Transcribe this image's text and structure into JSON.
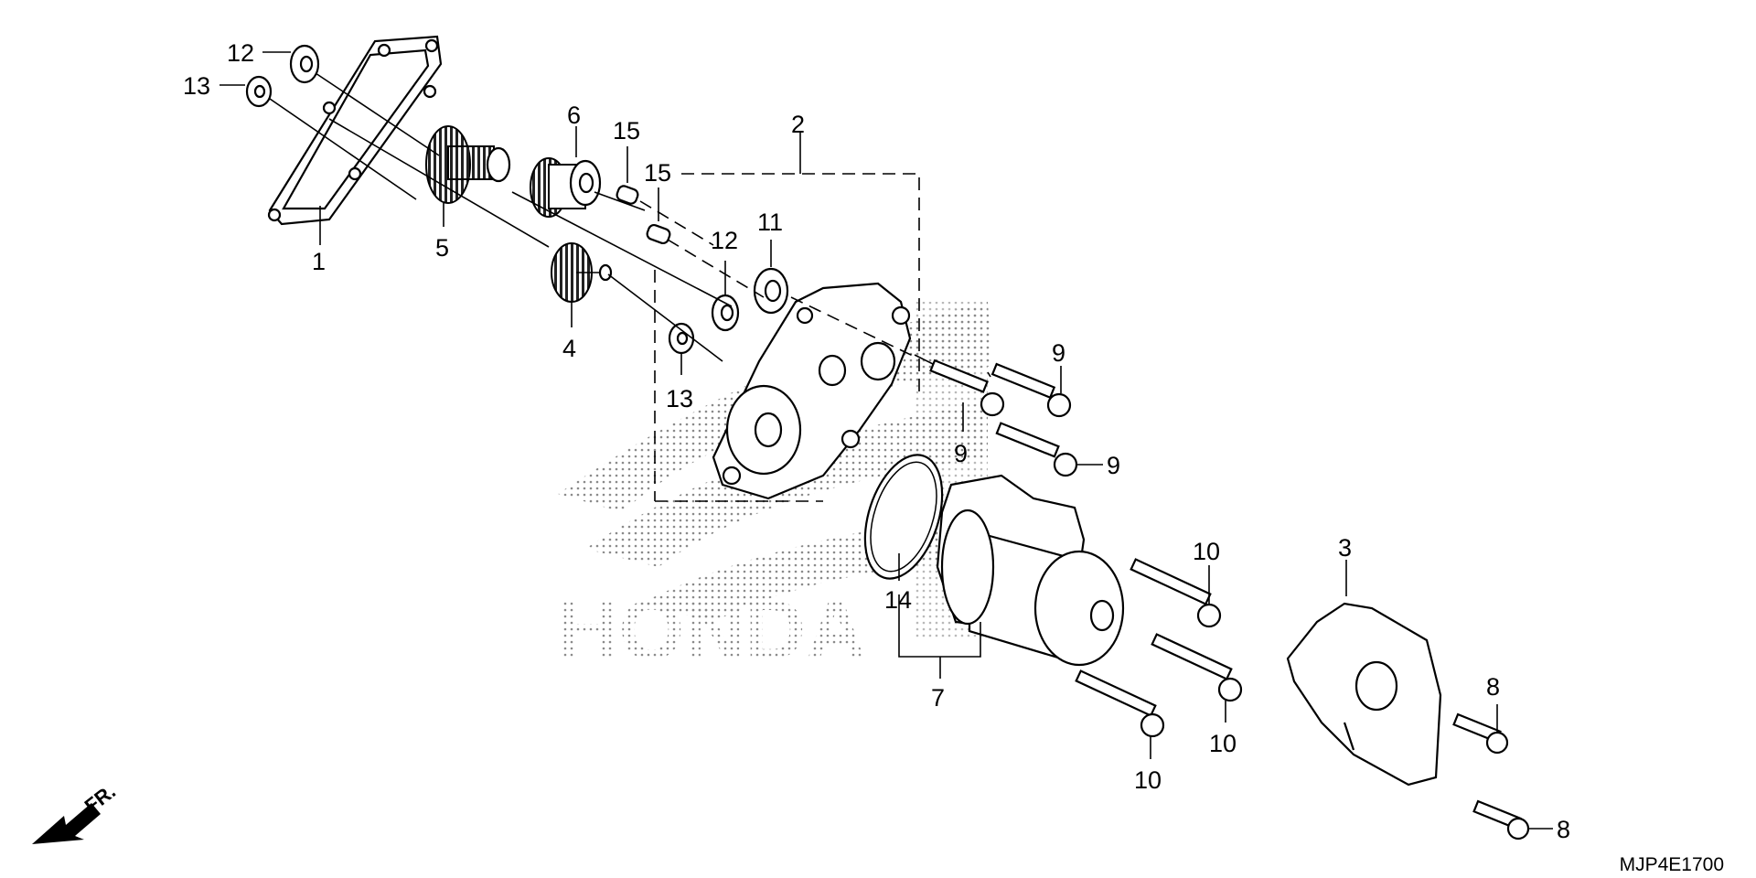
{
  "diagram": {
    "watermark": "HONDA",
    "front_label": "FR.",
    "figure_code": "MJP4E1700",
    "callouts": [
      {
        "id": "c1",
        "label": "1"
      },
      {
        "id": "c2",
        "label": "2"
      },
      {
        "id": "c3",
        "label": "3"
      },
      {
        "id": "c4",
        "label": "4"
      },
      {
        "id": "c5",
        "label": "5"
      },
      {
        "id": "c6",
        "label": "6"
      },
      {
        "id": "c7",
        "label": "7"
      },
      {
        "id": "c8a",
        "label": "8"
      },
      {
        "id": "c8b",
        "label": "8"
      },
      {
        "id": "c9a",
        "label": "9"
      },
      {
        "id": "c9b",
        "label": "9"
      },
      {
        "id": "c9c",
        "label": "9"
      },
      {
        "id": "c10a",
        "label": "10"
      },
      {
        "id": "c10b",
        "label": "10"
      },
      {
        "id": "c10c",
        "label": "10"
      },
      {
        "id": "c11",
        "label": "11"
      },
      {
        "id": "c12a",
        "label": "12"
      },
      {
        "id": "c12b",
        "label": "12"
      },
      {
        "id": "c13a",
        "label": "13"
      },
      {
        "id": "c13b",
        "label": "13"
      },
      {
        "id": "c14",
        "label": "14"
      },
      {
        "id": "c15a",
        "label": "15"
      },
      {
        "id": "c15b",
        "label": "15"
      }
    ]
  }
}
